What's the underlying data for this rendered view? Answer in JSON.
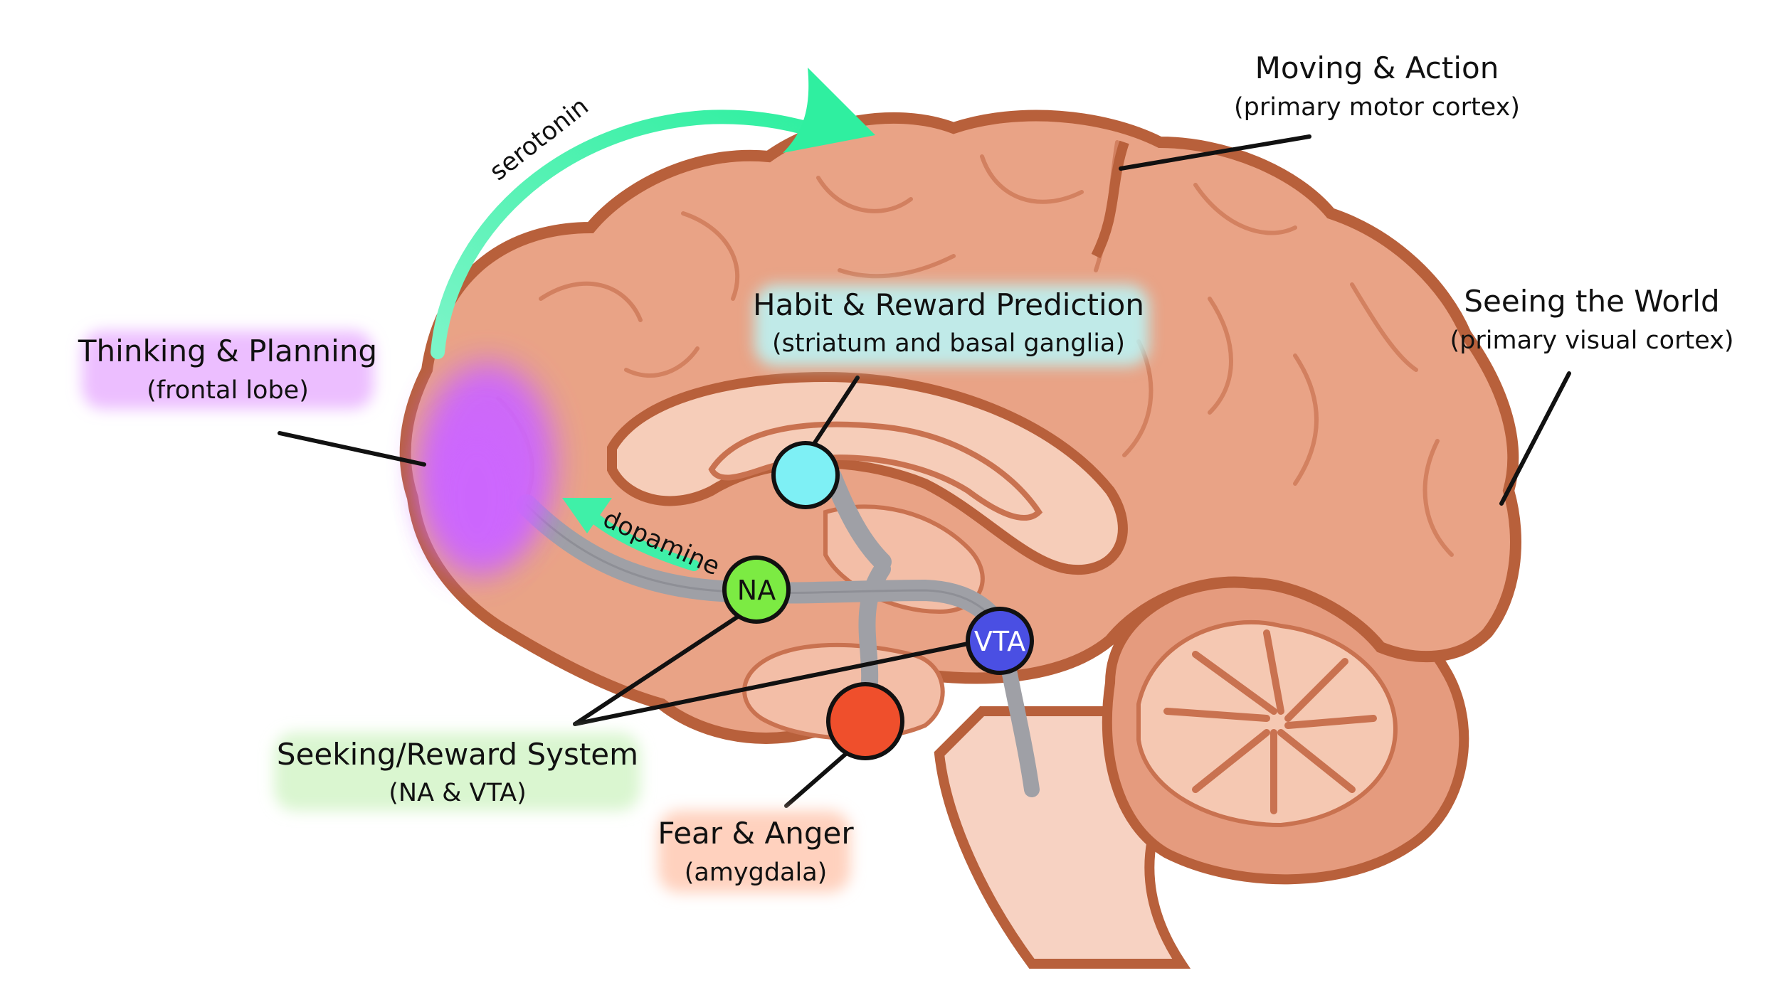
{
  "labels": {
    "motor_title": "Moving & Action",
    "motor_sub": "(primary motor cortex)",
    "visual_title": "Seeing the World",
    "visual_sub": "(primary visual cortex)",
    "frontal_title": "Thinking & Planning",
    "frontal_sub": "(frontal lobe)",
    "striatum_title": "Habit & Reward Prediction",
    "striatum_sub": "(striatum and basal ganglia)",
    "reward_title": "Seeking/Reward System",
    "reward_sub": "(NA & VTA)",
    "fear_title": "Fear & Anger",
    "fear_sub": "(amygdala)",
    "serotonin": "serotonin",
    "dopamine": "dopamine"
  },
  "nodes": {
    "na": "NA",
    "vta": "VTA"
  },
  "colors": {
    "cortex": "#E9A386",
    "cortex_outline": "#B8603B",
    "inner_light": "#F6CDB9",
    "pathway": "#9FA0A6",
    "arrow": "#3FF0A8",
    "frontal_glow": "#CC66FF",
    "striatum_node": "#7EF0F5",
    "na_node": "#7CEB43",
    "vta_node": "#4A4FE3",
    "amygdala_node": "#EF4F2C",
    "glow_purple": "#E6A8FF",
    "glow_cyan": "#B8F7F9",
    "glow_green": "#D3F5C8",
    "glow_orange": "#FFC9B3"
  }
}
